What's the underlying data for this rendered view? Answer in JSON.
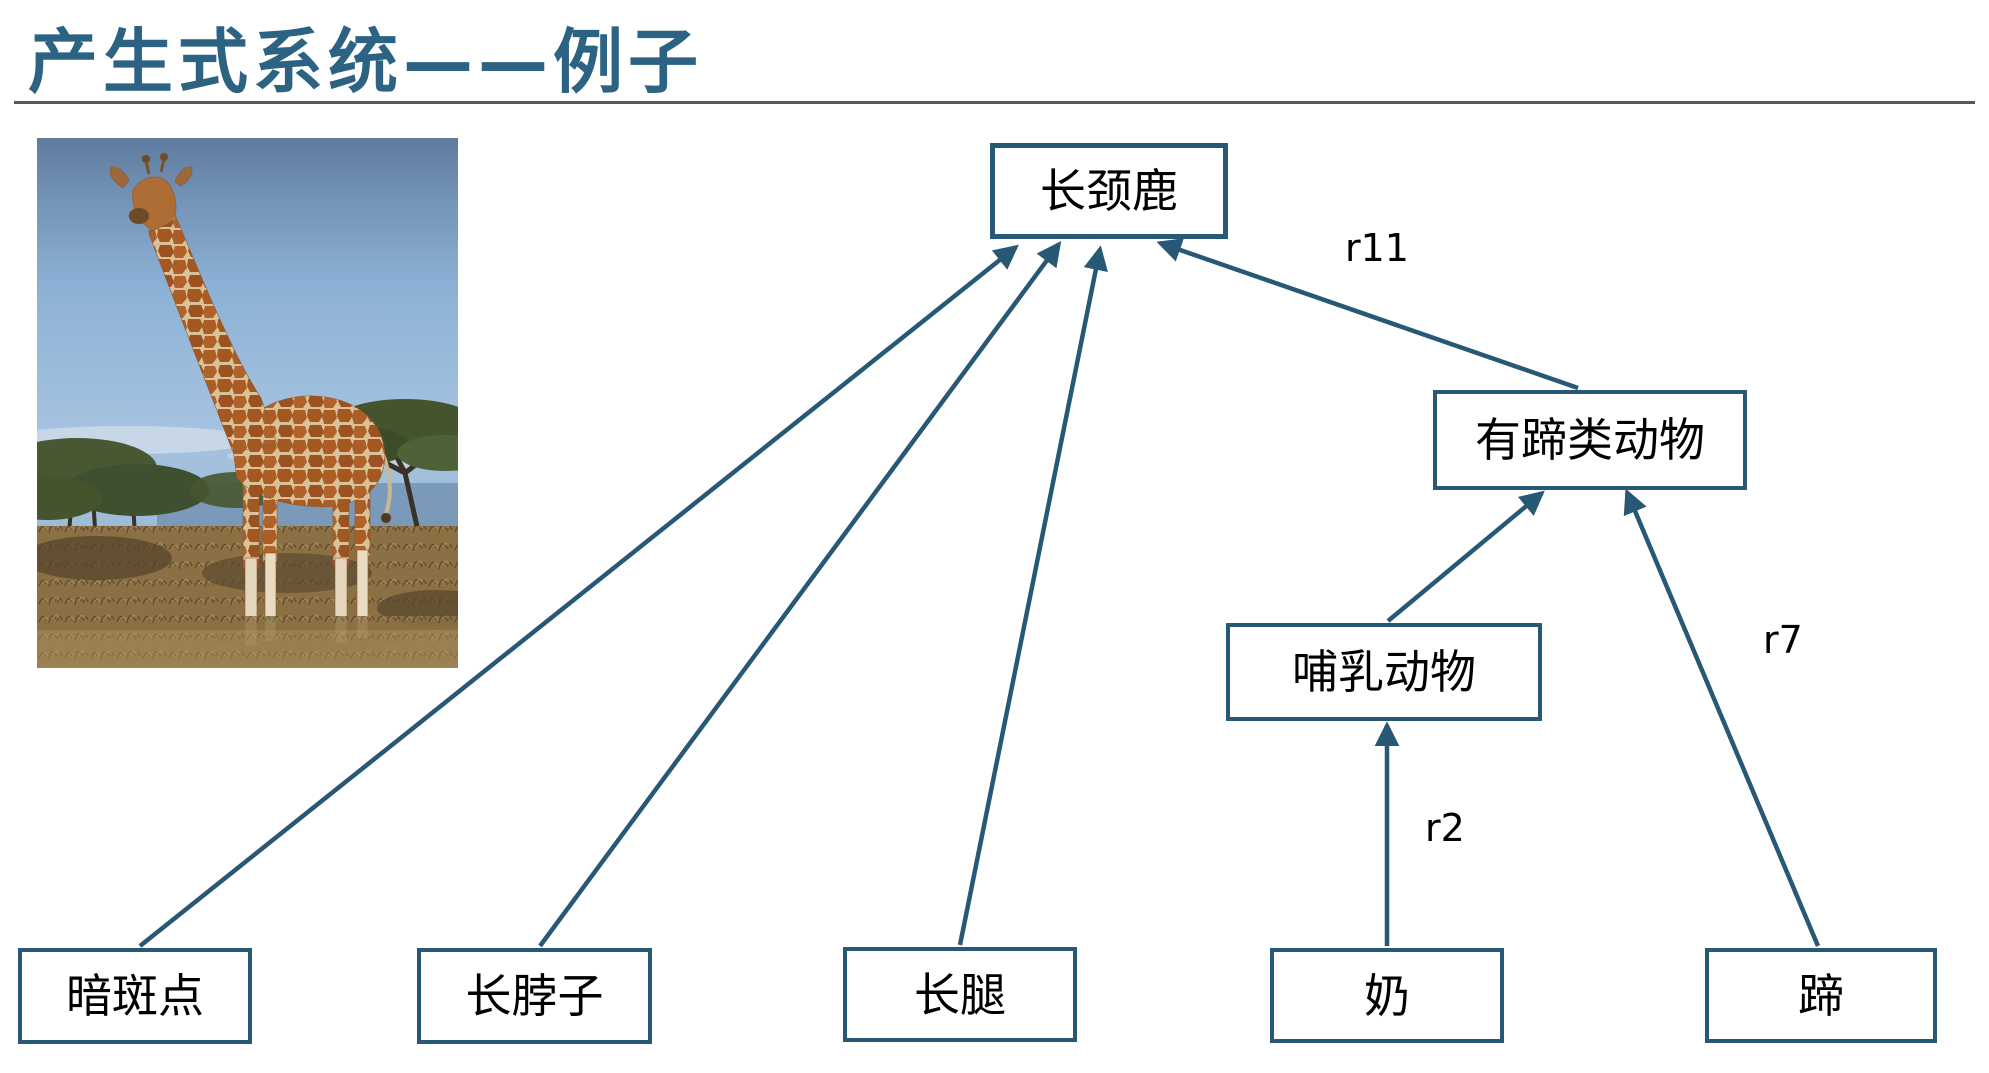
{
  "slide": {
    "title": "产生式系统——例子"
  },
  "colors": {
    "accent_teal": "#275977",
    "title_teal": "#2C6282",
    "divider_gray": "#595959",
    "node_background": "#FFFFFF",
    "node_text": "#000000",
    "edge_label_text": "#000000"
  },
  "diagram": {
    "nodes": {
      "giraffe": {
        "label": "长颈鹿"
      },
      "ungulate": {
        "label": "有蹄类动物"
      },
      "mammal": {
        "label": "哺乳动物"
      },
      "dark_spots": {
        "label": "暗斑点"
      },
      "long_neck": {
        "label": "长脖子"
      },
      "long_legs": {
        "label": "长腿"
      },
      "milk": {
        "label": "奶"
      },
      "hoof": {
        "label": "蹄"
      }
    },
    "edges": [
      {
        "from": "暗斑点",
        "to": "长颈鹿",
        "label": ""
      },
      {
        "from": "长脖子",
        "to": "长颈鹿",
        "label": ""
      },
      {
        "from": "长腿",
        "to": "长颈鹿",
        "label": ""
      },
      {
        "from": "有蹄类动物",
        "to": "长颈鹿",
        "label": "r11"
      },
      {
        "from": "哺乳动物",
        "to": "有蹄类动物",
        "label": ""
      },
      {
        "from": "蹄",
        "to": "有蹄类动物",
        "label": "r7"
      },
      {
        "from": "奶",
        "to": "哺乳动物",
        "label": "r2"
      }
    ]
  }
}
